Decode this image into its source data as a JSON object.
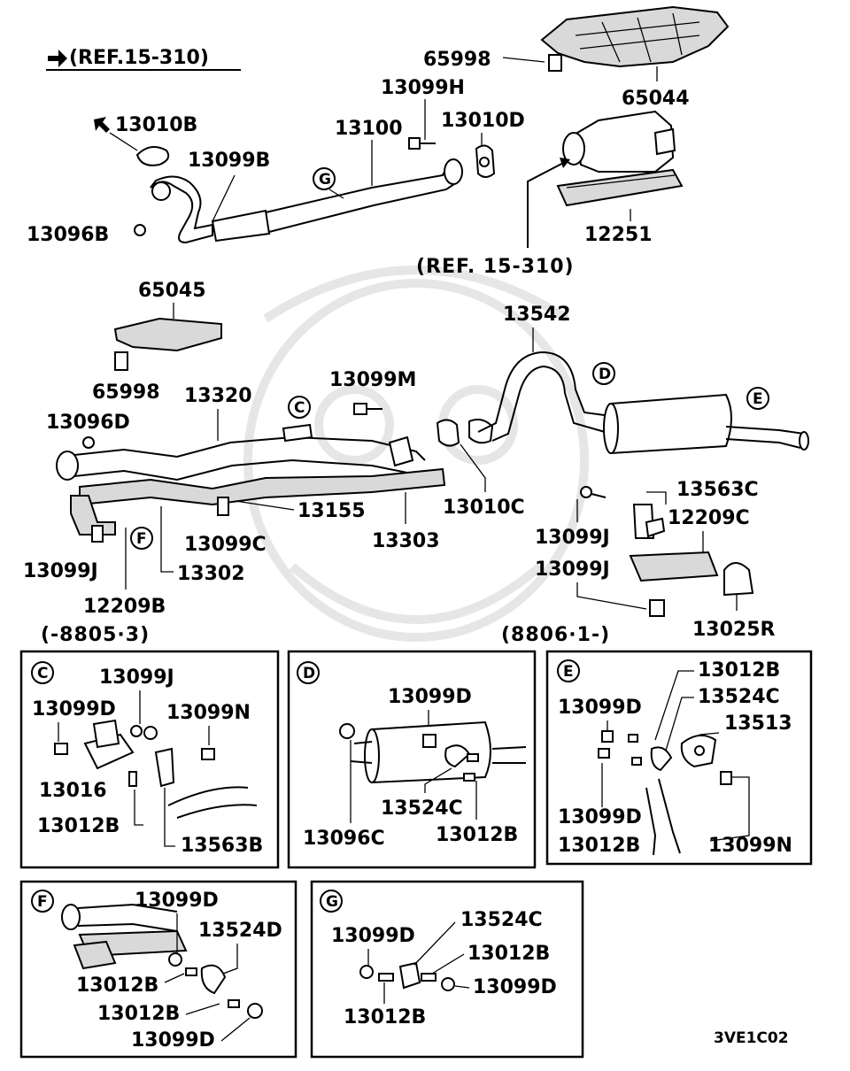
{
  "refs": {
    "top_left": "(REF.15-310)",
    "catalyst": "(REF. 15-310)",
    "early": "(-8805·3)",
    "late": "(8806·1-)"
  },
  "callouts": {
    "c": "C",
    "d": "D",
    "e": "E",
    "f": "F",
    "g": "G"
  },
  "parts": {
    "p65998_top": "65998",
    "p65044": "65044",
    "p13099H": "13099H",
    "p13010B": "13010B",
    "p13100": "13100",
    "p13010D": "13010D",
    "p13099B": "13099B",
    "p13096B": "13096B",
    "p12251": "12251",
    "p65045": "65045",
    "p13542": "13542",
    "p65998_mid": "65998",
    "p13099M": "13099M",
    "p13320": "13320",
    "p13096D": "13096D",
    "p13155": "13155",
    "p13303": "13303",
    "p13010C": "13010C",
    "p13099J_left": "13099J",
    "p13302": "13302",
    "p13099C": "13099C",
    "p12209B": "12209B",
    "p13563C": "13563C",
    "p12209C": "12209C",
    "p13099J_r1": "13099J",
    "p13099J_r2": "13099J",
    "p13025R": "13025R"
  },
  "box_c": {
    "p13099J": "13099J",
    "p13099D": "13099D",
    "p13099N": "13099N",
    "p13016": "13016",
    "p13012B": "13012B",
    "p13563B": "13563B"
  },
  "box_d": {
    "p13099D": "13099D",
    "p13524C": "13524C",
    "p13096C": "13096C",
    "p13012B": "13012B"
  },
  "box_e": {
    "p13012B_top": "13012B",
    "p13524C": "13524C",
    "p13099D_top": "13099D",
    "p13513": "13513",
    "p13099D_bot": "13099D",
    "p13012B_bot": "13012B",
    "p13099N": "13099N"
  },
  "box_f": {
    "p13099D_top": "13099D",
    "p13524D": "13524D",
    "p13012B_a": "13012B",
    "p13012B_b": "13012B",
    "p13099D_bot": "13099D"
  },
  "box_g": {
    "p13099D_l": "13099D",
    "p13524C": "13524C",
    "p13012B_r": "13012B",
    "p13099D_r": "13099D",
    "p13012B_b": "13012B"
  },
  "figure_code": "3VE1C02"
}
